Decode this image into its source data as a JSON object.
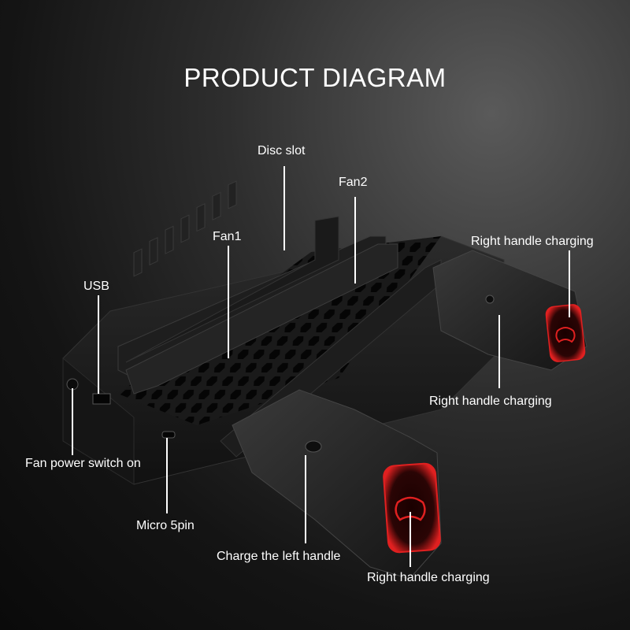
{
  "header": {
    "title": "PRODUCT DIAGRAM"
  },
  "callouts": {
    "disc_slot": "Disc slot",
    "fan2": "Fan2",
    "fan1": "Fan1",
    "usb": "USB",
    "right_handle_top": "Right handle charging",
    "right_handle_mid": "Right handle charging",
    "fan_power_switch": "Fan power switch on",
    "micro_5pin": "Micro 5pin",
    "charge_left_handle": "Charge the left handle",
    "right_handle_bottom": "Right handle charging"
  },
  "colors": {
    "text": "#ffffff",
    "stand_body": "#1c1c1c",
    "stand_edge": "#333333",
    "dock_screen": "#e02020"
  }
}
